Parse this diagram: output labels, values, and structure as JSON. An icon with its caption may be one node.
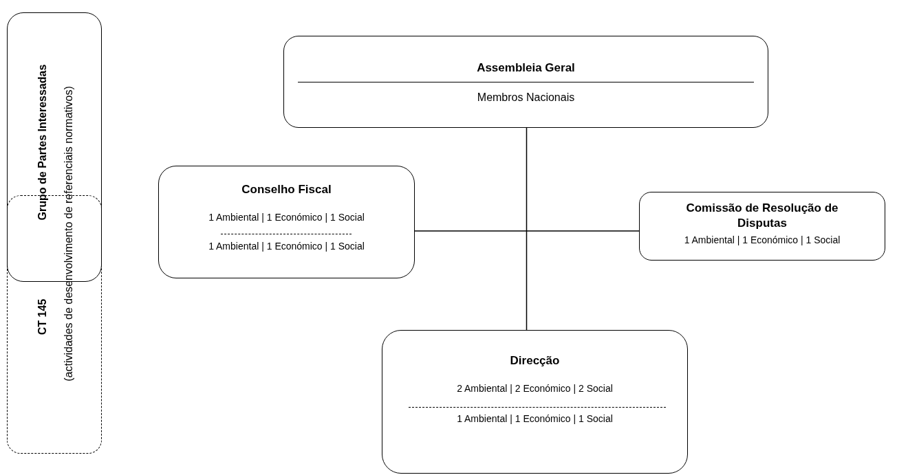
{
  "diagram": {
    "nodes": [
      {
        "text": [
          "Grupo de Partes Interessadas"
        ]
      },
      {
        "text": [
          "CT 145"
        ]
      },
      {
        "text": [
          "Assembleia Geral",
          "Membros Nacionais"
        ]
      },
      {
        "text": [
          "Conselho Fiscal",
          "1 Ambiental | 1 Económico | 1 Social",
          "1 Ambiental | 1 Económico | 1 Social"
        ]
      },
      {
        "text": [
          "Comissão de Resolução de Disputas",
          "1 Ambiental | 1 Económico | 1 Social"
        ]
      },
      {
        "text": [
          "Direcção",
          "2 Ambiental | 2 Económico | 2 Social",
          "1 Ambiental | 1 Económico | 1 Social"
        ]
      }
    ],
    "edges": [
      {
        "from": 2,
        "to": 5,
        "arrow": "none"
      },
      {
        "from": 3,
        "to": 4,
        "arrow": "none"
      }
    ],
    "labels": [
      "(actividades de desenvolvimento de referenciais normativos)"
    ]
  }
}
